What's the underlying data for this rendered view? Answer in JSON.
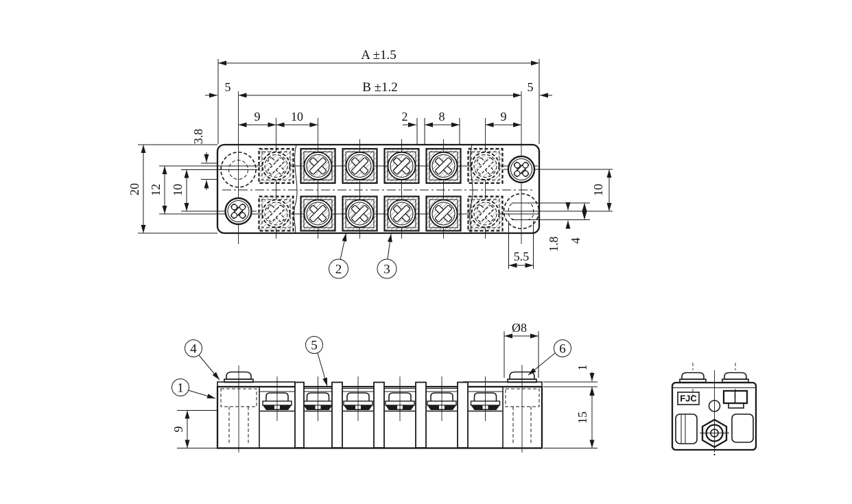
{
  "drawing": {
    "dim_a": "A ±1.5",
    "dim_b": "B ±1.2",
    "top": {
      "left_5": "5",
      "right_5": "5",
      "d9_left": "9",
      "d10_pitch": "10",
      "d2": "2",
      "d8": "8",
      "d9_right": "9",
      "d20": "20",
      "d12": "12",
      "d10_left": "10",
      "d3_8": "3.8",
      "d10_right": "10",
      "d1_8": "1.8",
      "d4": "4",
      "d5_5": "5.5"
    },
    "front": {
      "d9": "9",
      "dia8": "Ø8",
      "d1": "1",
      "d15": "15"
    },
    "side": {
      "logo": "FJC"
    },
    "callouts": {
      "c1": "1",
      "c2": "2",
      "c3": "3",
      "c4": "4",
      "c5": "5",
      "c6": "6"
    },
    "line_color": "#1a1a1a"
  }
}
